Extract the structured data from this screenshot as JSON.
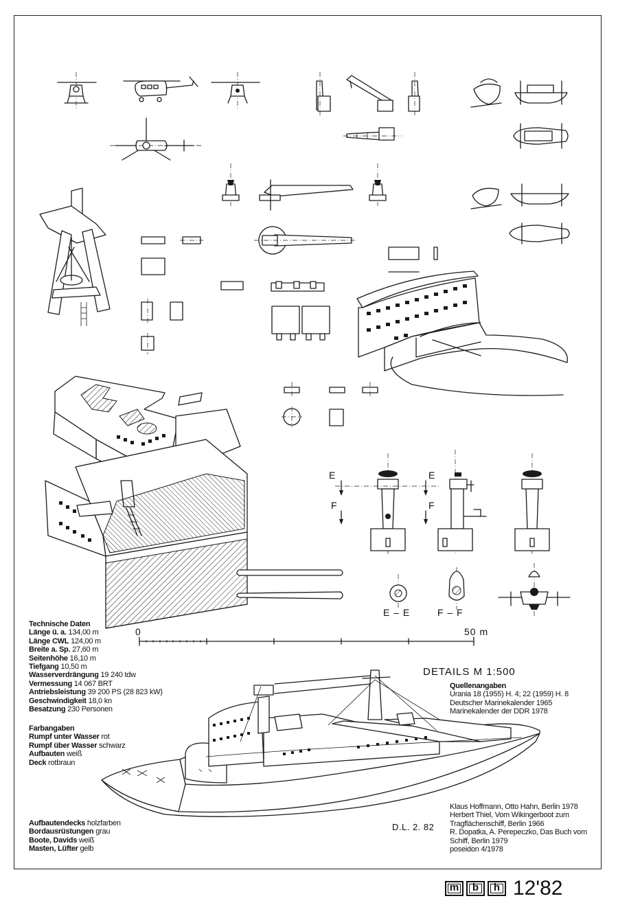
{
  "drawing": {
    "section_labels": {
      "e1": "E",
      "e2": "E",
      "f1": "F",
      "f2": "F",
      "ee": "E – E",
      "ff": "F – F"
    },
    "scale_bar": {
      "start": "0",
      "end": "50 m"
    },
    "details_title": "DETAILS   M 1:500",
    "designation": "D.L. 2. 82"
  },
  "technical_data": {
    "heading": "Technische Daten",
    "rows": [
      {
        "key": "Länge ü. a.",
        "value": "134,00 m"
      },
      {
        "key": "Länge CWL",
        "value": "124,00 m"
      },
      {
        "key": "Breite a. Sp.",
        "value": "27,60 m"
      },
      {
        "key": "Seitenhöhe",
        "value": "16,10 m"
      },
      {
        "key": "Tiefgang",
        "value": "10,50 m"
      },
      {
        "key": "Wasserverdrängung",
        "value": "19 240 tdw"
      },
      {
        "key": "Vermessung",
        "value": "14 067 BRT"
      },
      {
        "key": "Antriebsleistung",
        "value": "39 200 PS (28 823 kW)"
      },
      {
        "key": "Geschwindigkeit",
        "value": "18,0 kn"
      },
      {
        "key": "Besatzung",
        "value": "230 Personen"
      }
    ]
  },
  "colors": {
    "heading": "Farbangaben",
    "rows": [
      {
        "key": "Rumpf unter Wasser",
        "value": "rot"
      },
      {
        "key": "Rumpf über Wasser",
        "value": "schwarz"
      },
      {
        "key": "Aufbauten",
        "value": "weiß"
      },
      {
        "key": "Deck",
        "value": "rotbraun"
      }
    ],
    "rows2": [
      {
        "key": "Aufbautendecks",
        "value": "holzfarben"
      },
      {
        "key": "Bordausrüstungen",
        "value": "grau"
      },
      {
        "key": "Boote, Davids",
        "value": "weiß"
      },
      {
        "key": "Masten, Lüfter",
        "value": "gelb"
      }
    ]
  },
  "sources": {
    "heading": "Quellenangaben",
    "lines": [
      "Urania 18 (1955) H. 4; 22 (1959) H. 8",
      "Deutscher Marinekalender 1965",
      "Marinekalender der DDR 1978"
    ],
    "bibliography": [
      "Klaus Hoffmann, Otto Hahn, Berlin 1978",
      "Herbert Thiel, Vom Wikingerboot zum",
      "Tragflächenschiff, Berlin 1966",
      "R. Dopatka, A. Perepeczko, Das Buch vom",
      "Schiff, Berlin 1979",
      "poseidon 4/1978"
    ]
  },
  "footer": {
    "logo_letters": [
      "m",
      "b",
      "h"
    ],
    "issue": "12'82"
  },
  "palette": {
    "ink": "#1a1a1a",
    "paper": "#ffffff"
  }
}
